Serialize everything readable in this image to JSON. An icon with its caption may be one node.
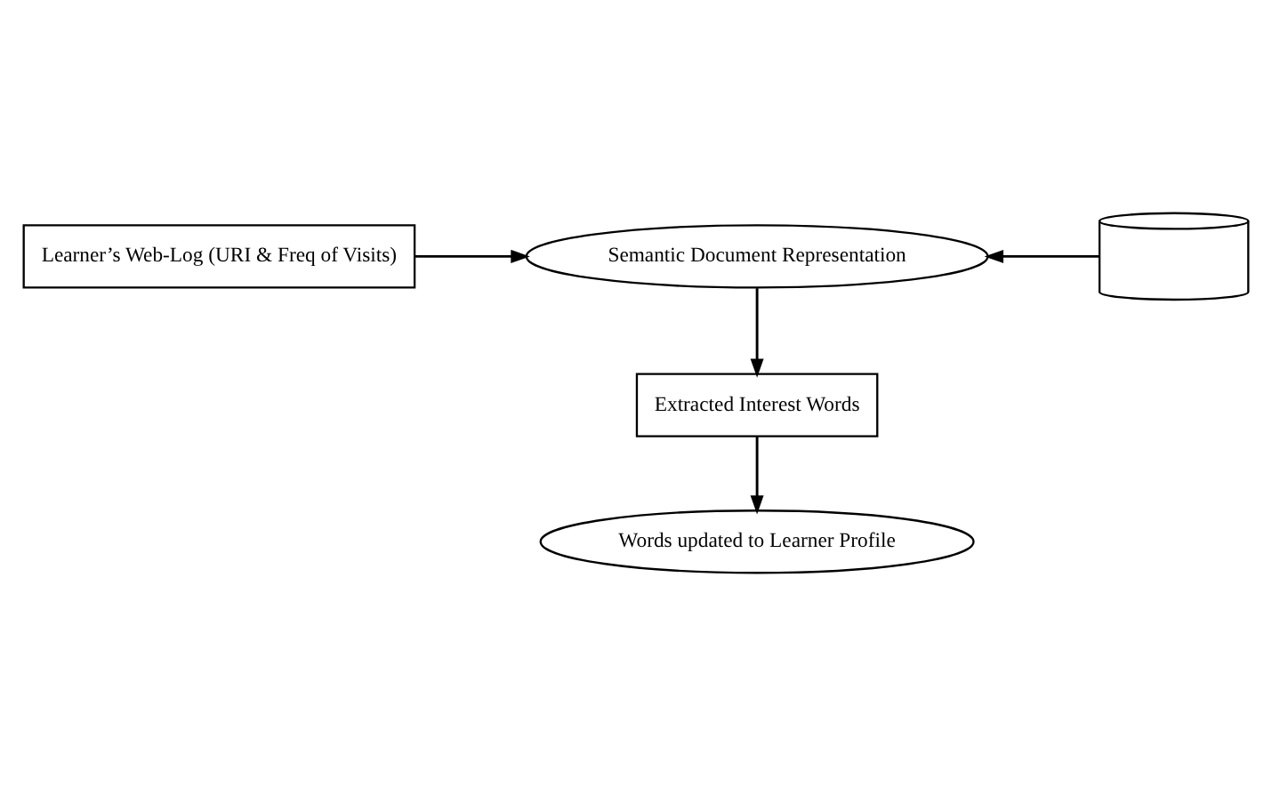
{
  "diagram": {
    "nodes": [
      {
        "text": [
          "Learner’s Web-Log (URI & Freq of Visits)"
        ]
      },
      {
        "text": [
          "Semantic Document Representation"
        ]
      },
      {
        "text": [],
        "shape": "cylinder"
      },
      {
        "text": [
          "Extracted Interest Words"
        ]
      },
      {
        "text": [
          "Words updated to Learner Profile"
        ]
      }
    ],
    "edges": [
      {
        "from": 0,
        "to": 1,
        "arrow": "to"
      },
      {
        "from": 2,
        "to": 1,
        "arrow": "to"
      },
      {
        "from": 1,
        "to": 3,
        "arrow": "to"
      },
      {
        "from": 3,
        "to": 4,
        "arrow": "to"
      }
    ]
  }
}
